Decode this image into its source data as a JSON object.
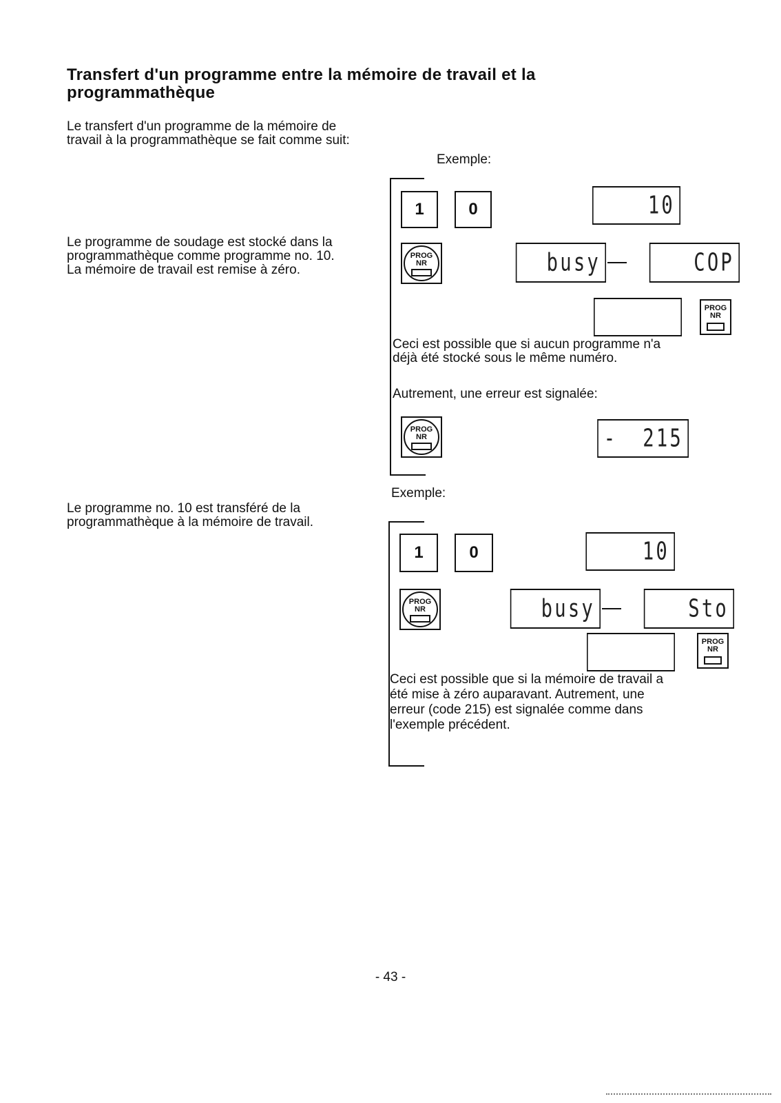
{
  "title": "Transfert d'un programme entre la mémoire de travail et la programmathèque",
  "intro": {
    "line1": "Le transfert d'un programme de la mémoire de",
    "line2": "travail à la programmathèque se fait comme suit:"
  },
  "section1": {
    "example_label": "Exemple:",
    "description": {
      "line1": "Le programme de soudage est stocké dans la",
      "line2": "programmathèque comme programme no. 10.",
      "line3": "La mémoire de travail est remise à zéro."
    },
    "keys": [
      "1",
      "0"
    ],
    "display_number": "10",
    "display_busy": "busy",
    "display_result": "COP",
    "prog_key_label1": "PROG",
    "prog_key_label2": "NR",
    "note": {
      "line1": "Ceci est possible que si aucun programme n'a",
      "line2": "déjà été stocké sous le même numéro."
    },
    "error_intro": "Autrement, une erreur est signalée:",
    "error_prefix": "-",
    "error_code": "215"
  },
  "section2": {
    "example_label": "Exemple:",
    "description": {
      "line1": "Le programme no. 10 est transféré de la",
      "line2": "programmathèque à la mémoire de travail."
    },
    "keys": [
      "1",
      "0"
    ],
    "display_number": "10",
    "display_busy": "busy",
    "display_result": "Sto",
    "prog_key_label1": "PROG",
    "prog_key_label2": "NR",
    "note": {
      "line1": "Ceci est possible que si la mémoire de travail a",
      "line2": "été mise à zéro auparavant. Autrement, une",
      "line3": "erreur (code 215) est signalée comme dans",
      "line4": "l'exemple précédent."
    }
  },
  "page_number": "- 43 -"
}
